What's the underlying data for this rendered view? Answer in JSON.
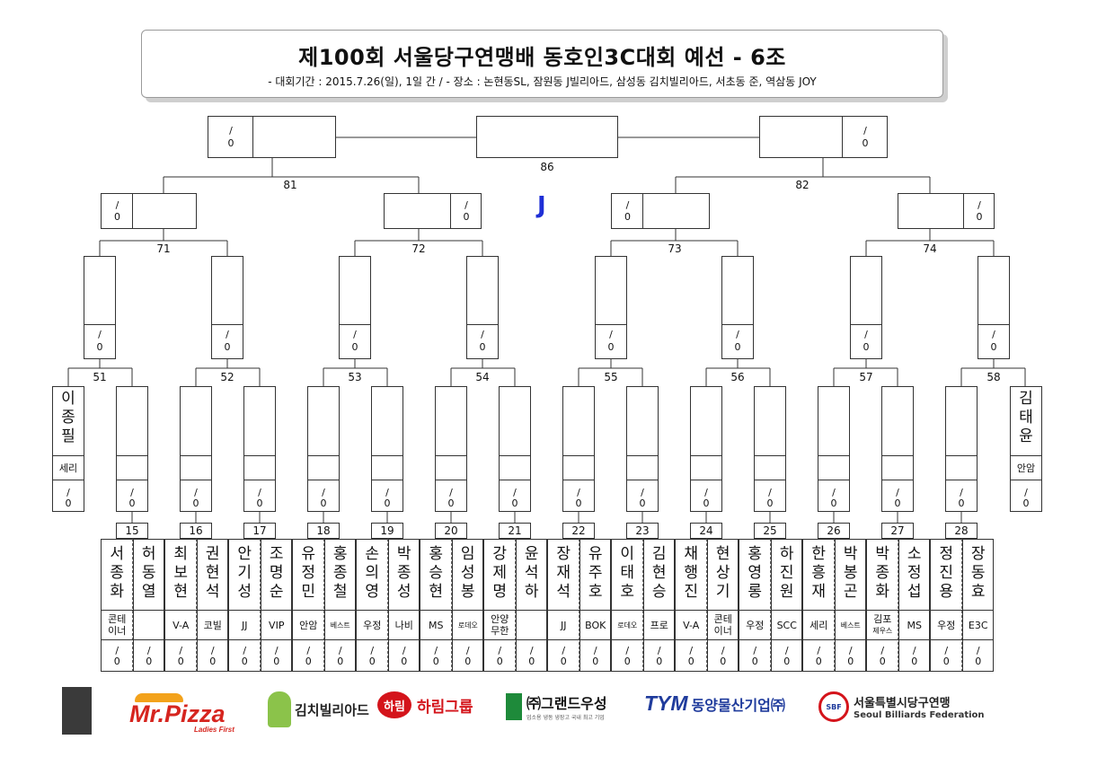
{
  "title": {
    "main": "제100회 서울당구연맹배 동호인3C대회 예선 - 6조",
    "sub": "- 대회기간 : 2015.7.26(일), 1일 간 / - 장소 : 논현동SL, 잠원동 J빌리아드, 삼성동 김치빌리아드, 서초동 준, 역삼동 JOY"
  },
  "bracket_label": "J",
  "score": {
    "slash": "/",
    "zero": "0"
  },
  "matches": {
    "m86": "86",
    "m81": "81",
    "m82": "82",
    "m71": "71",
    "m72": "72",
    "m73": "73",
    "m74": "74",
    "m51": "51",
    "m52": "52",
    "m53": "53",
    "m54": "54",
    "m55": "55",
    "m56": "56",
    "m57": "57",
    "m58": "58"
  },
  "first_round": [
    "15",
    "16",
    "17",
    "18",
    "19",
    "20",
    "21",
    "22",
    "23",
    "24",
    "25",
    "26",
    "27",
    "28"
  ],
  "byes": [
    {
      "name": "이종필",
      "club": "세리"
    },
    {
      "name": "김태윤",
      "club": "안암"
    }
  ],
  "players": [
    {
      "name": "서종화",
      "club": "콘테이너"
    },
    {
      "name": "허동열",
      "club": ""
    },
    {
      "name": "최보현",
      "club": "V-A"
    },
    {
      "name": "권현석",
      "club": "코빌"
    },
    {
      "name": "안기성",
      "club": "JJ"
    },
    {
      "name": "조명순",
      "club": "VIP"
    },
    {
      "name": "유정민",
      "club": "안암"
    },
    {
      "name": "홍종철",
      "club": "베스트"
    },
    {
      "name": "손의영",
      "club": "우정"
    },
    {
      "name": "박종성",
      "club": "나비"
    },
    {
      "name": "홍승현",
      "club": "MS"
    },
    {
      "name": "임성봉",
      "club": "로데오"
    },
    {
      "name": "강제명",
      "club": "안양무한"
    },
    {
      "name": "윤석하",
      "club": ""
    },
    {
      "name": "장재석",
      "club": "JJ"
    },
    {
      "name": "유주호",
      "club": "BOK"
    },
    {
      "name": "이태호",
      "club": "로데오"
    },
    {
      "name": "김현승",
      "club": "프로"
    },
    {
      "name": "채행진",
      "club": "V-A"
    },
    {
      "name": "현상기",
      "club": "콘테이너"
    },
    {
      "name": "홍영롱",
      "club": "우정"
    },
    {
      "name": "하진원",
      "club": "SCC"
    },
    {
      "name": "한흥재",
      "club": "세리"
    },
    {
      "name": "박봉곤",
      "club": "베스트"
    },
    {
      "name": "박종화",
      "club": "김포제우스"
    },
    {
      "name": "소정섭",
      "club": "MS"
    },
    {
      "name": "정진용",
      "club": "우정"
    },
    {
      "name": "장동효",
      "club": "E3C"
    }
  ],
  "sponsors": {
    "mrpizza": {
      "main": "Mr.Pizza",
      "sub": "Ladies First",
      "color": "#d6251f",
      "accent": "#f3a21b"
    },
    "kimchi": {
      "main": "김치빌리아드"
    },
    "harim": {
      "badge": "하림",
      "text": "하림그룹",
      "color": "#d4141b"
    },
    "grand": {
      "main": "㈜그랜드우성",
      "sub": "업소용 냉동 냉장고 국내 최고 기업",
      "color": "#1e8a3a"
    },
    "dongyang": {
      "mark": "TYM",
      "text": "동양물산기업㈜",
      "color": "#1f3b9c"
    },
    "sbf": {
      "mark": "SBF",
      "ko": "서울특별시당구연맹",
      "en": "Seoul Billiards Federation"
    }
  },
  "colors": {
    "line": "#333333",
    "blue": "#1f2fd6",
    "footer_block": "#3a3a3a"
  }
}
